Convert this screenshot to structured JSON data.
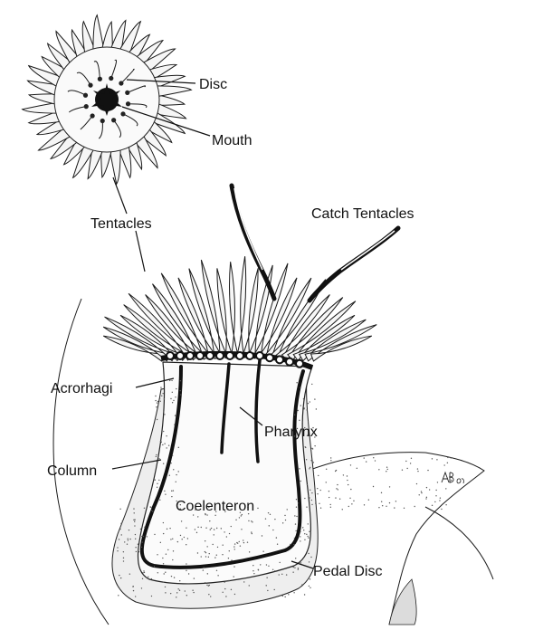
{
  "labels": {
    "disc": "Disc",
    "mouth": "Mouth",
    "tentacles": "Tentacles",
    "catch_tentacles": "Catch Tentacles",
    "acrorhagi": "Acrorhagi",
    "pharynx": "Pharynx",
    "column": "Column",
    "coelenteron": "Coelenteron",
    "pedal_disc": "Pedal Disc"
  },
  "signature": "AB 90"
}
